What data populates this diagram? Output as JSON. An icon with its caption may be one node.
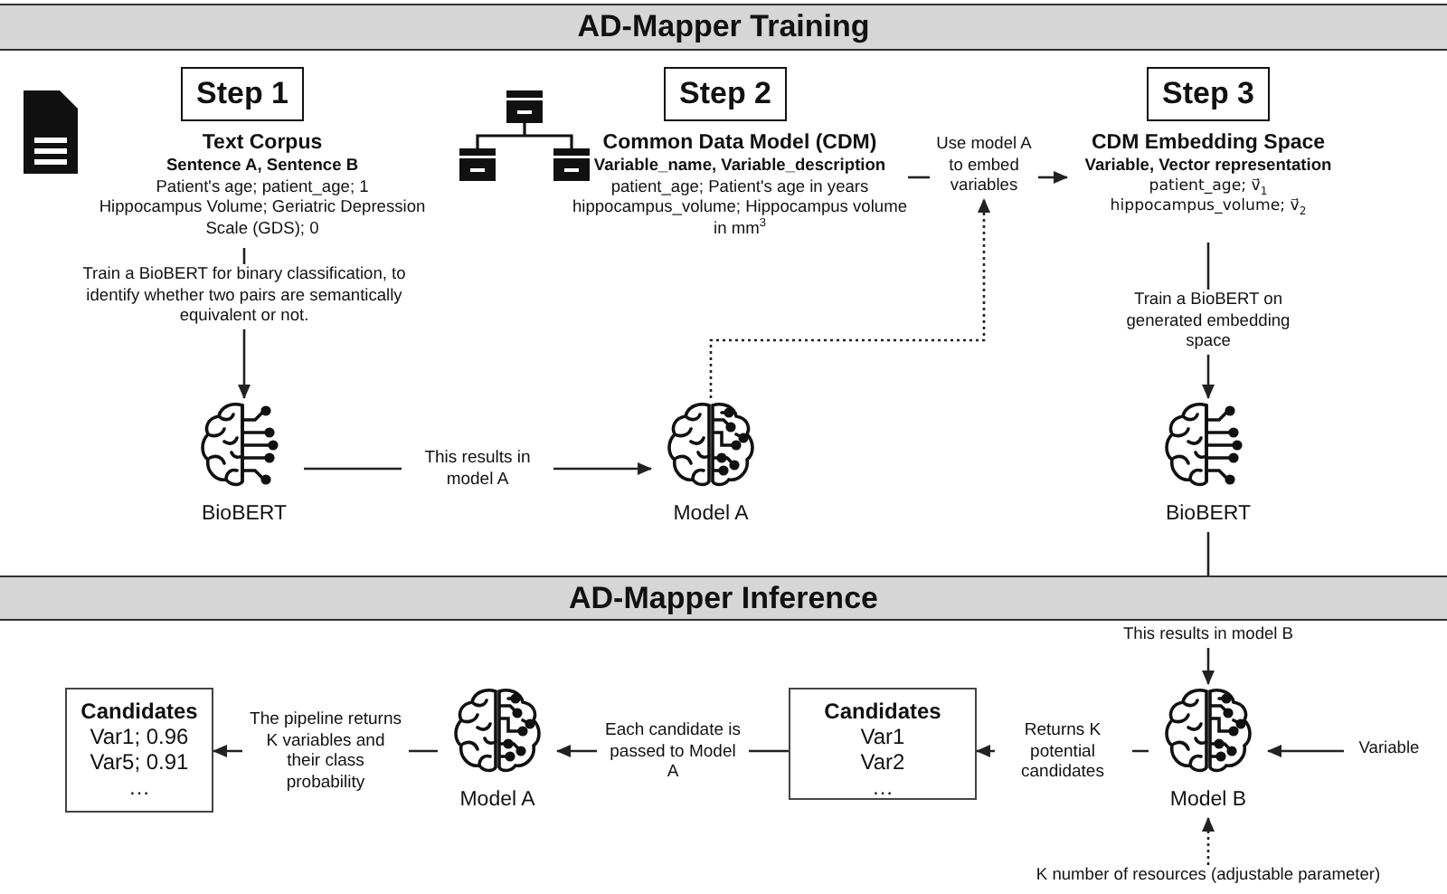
{
  "diagram": {
    "nodes": [
      {
        "text": [
          "AD-Mapper Training"
        ]
      },
      {
        "text": [
          "Step 1"
        ]
      },
      {
        "text": [
          "Step 2"
        ]
      },
      {
        "text": [
          "Step 3"
        ]
      },
      {
        "text": [
          "Text Corpus",
          "Sentence A, Sentence B",
          "Patient's age; patient_age; 1",
          "Hippocampus Volume; Geriatric Depression Scale (GDS); 0"
        ]
      },
      {
        "text": [
          "Common Data Model (CDM)",
          "Variable_name, Variable_description",
          "patient_age; Patient's age in years",
          "hippocampus_volume; Hippocampus volume in mm$^{3}$"
        ]
      },
      {
        "text": [
          "Use model A to embed variables"
        ]
      },
      {
        "text": [
          "CDM Embedding Space",
          "Variable, Vector representation",
          "patient_age; v⃗$_{1}$",
          "hippocampus_volume; v⃗$_{2}$"
        ]
      },
      {
        "text": [
          "Train a BioBERT for binary classification, to identify whether two pairs are semantically equivalent or not."
        ]
      },
      {
        "text": [
          "Train a BioBERT on generated embedding space"
        ]
      },
      {
        "text": [
          "BioBERT"
        ]
      },
      {
        "text": [
          "Model A"
        ]
      },
      {
        "text": [
          "BioBERT"
        ]
      },
      {
        "text": [
          "AD-Mapper Inference"
        ]
      },
      {
        "text": [
          "This results in model B"
        ]
      },
      {
        "text": [
          "Candidates",
          "Var1; 0.96",
          "Var5; 0.91",
          "…"
        ]
      },
      {
        "text": [
          "Model A"
        ]
      },
      {
        "text": [
          "Candidates",
          "Var1",
          "Var2",
          "…"
        ]
      },
      {
        "text": [
          "Model B"
        ]
      },
      {
        "text": [
          "Variable"
        ]
      },
      {
        "text": [
          "K number of resources (adjustable parameter)"
        ]
      }
    ],
    "edges": [
      {
        "from": 4,
        "to": 8,
        "arrow": "none"
      },
      {
        "from": 8,
        "to": 10,
        "arrow": "to"
      },
      {
        "from": 10,
        "to": 11,
        "arrow": "to",
        "label": "This results in model A"
      },
      {
        "from": 5,
        "to": 6,
        "arrow": "none"
      },
      {
        "from": 6,
        "to": 7,
        "arrow": "to"
      },
      {
        "from": 11,
        "to": 6,
        "arrow": "to",
        "style": "dashed"
      },
      {
        "from": 7,
        "to": 9,
        "arrow": "none"
      },
      {
        "from": 9,
        "to": 12,
        "arrow": "to"
      },
      {
        "from": 12,
        "to": 13,
        "arrow": "none"
      },
      {
        "from": 14,
        "to": 18,
        "arrow": "to"
      },
      {
        "from": 19,
        "to": 18,
        "arrow": "to"
      },
      {
        "from": 20,
        "to": 18,
        "arrow": "to",
        "style": "dashed"
      },
      {
        "from": 18,
        "to": 17,
        "arrow": "to",
        "label": "Returns K potential candidates"
      },
      {
        "from": 17,
        "to": 16,
        "arrow": "to",
        "label": "Each candidate is passed to Model A"
      },
      {
        "from": 16,
        "to": 15,
        "arrow": "to",
        "label": "The pipeline returns K variables and their class probability"
      }
    ]
  }
}
